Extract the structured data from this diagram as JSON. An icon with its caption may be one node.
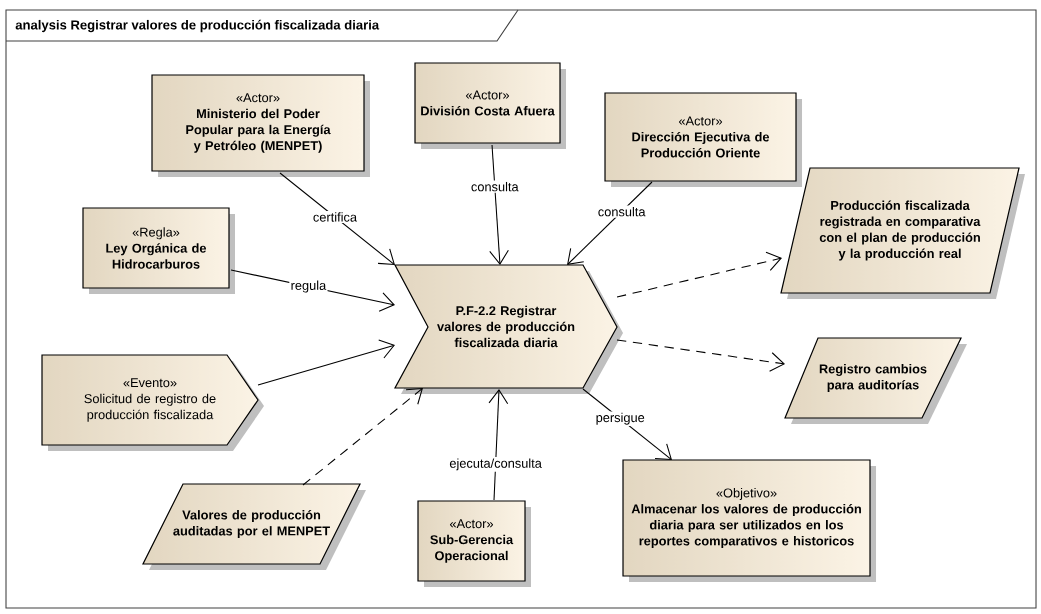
{
  "diagram": {
    "title": "analysis Registrar valores de producción fiscalizada diaria",
    "nodes": [
      {
        "text": [
          "«Actor»",
          "Ministerio del Poder Popular para la Energía y Petróleo (MENPET)"
        ]
      },
      {
        "text": [
          "«Actor»",
          "División Costa Afuera"
        ]
      },
      {
        "text": [
          "«Actor»",
          "Dirección Ejecutiva de Producción Oriente"
        ]
      },
      {
        "text": [
          "«Regla»",
          "Ley Orgánica de Hidrocarburos"
        ]
      },
      {
        "text": [
          "P.F-2.2 Registrar valores de producción fiscalizada diaria"
        ]
      },
      {
        "text": [
          "Producción fiscalizada registrada en comparativa con el plan de producción y la producción real"
        ]
      },
      {
        "text": [
          "«Evento»",
          "Solicitud de registro de producción fiscalizada"
        ]
      },
      {
        "text": [
          "Registro cambios para auditorías"
        ]
      },
      {
        "text": [
          "Valores de producción auditadas por el MENPET"
        ]
      },
      {
        "text": [
          "«Actor»",
          "Sub-Gerencia Operacional"
        ]
      },
      {
        "text": [
          "«Objetivo»",
          "Almacenar los valores de producción diaria para ser utilizados en los reportes comparativos e historicos"
        ]
      }
    ],
    "edges": [
      {
        "from": 0,
        "to": 4,
        "arrow": "to",
        "label": "certifica"
      },
      {
        "from": 1,
        "to": 4,
        "arrow": "to",
        "label": "consulta"
      },
      {
        "from": 2,
        "to": 4,
        "arrow": "to",
        "label": "consulta"
      },
      {
        "from": 3,
        "to": 4,
        "arrow": "to",
        "label": "regula"
      },
      {
        "from": 6,
        "to": 4,
        "arrow": "to"
      },
      {
        "from": 8,
        "to": 4,
        "arrow": "to",
        "style": "dashed"
      },
      {
        "from": 9,
        "to": 4,
        "arrow": "to",
        "label": "ejecuta/consulta"
      },
      {
        "from": 4,
        "to": 5,
        "arrow": "to",
        "style": "dashed"
      },
      {
        "from": 4,
        "to": 7,
        "arrow": "to",
        "style": "dashed"
      },
      {
        "from": 4,
        "to": 10,
        "arrow": "to",
        "label": "persigue"
      }
    ]
  }
}
